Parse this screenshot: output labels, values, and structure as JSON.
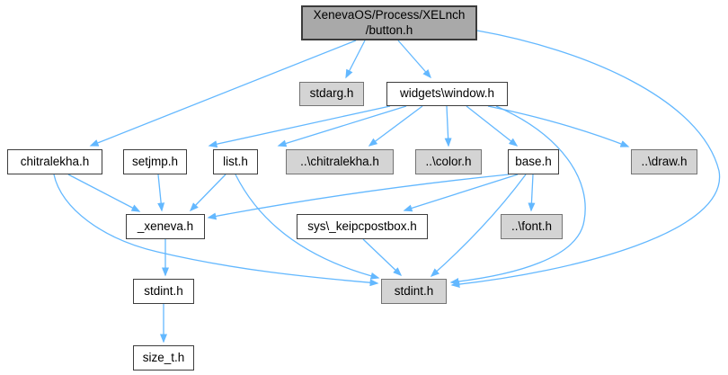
{
  "diagram": {
    "type": "include-dependency-graph",
    "title_node": "XenevaOS/Process/XELnch\n/button.h",
    "edge_color": "#63b8ff",
    "node_fill_white": "#ffffff",
    "node_fill_gray": "#d4d4d4",
    "node_fill_current": "#a9a9a9",
    "nodes": [
      {
        "id": "button",
        "label": "XenevaOS/Process/XELnch\n/button.h",
        "style": "current"
      },
      {
        "id": "stdarg",
        "label": "stdarg.h",
        "style": "gray"
      },
      {
        "id": "window",
        "label": "widgets\\window.h",
        "style": "white"
      },
      {
        "id": "chitralekha",
        "label": "chitralekha.h",
        "style": "white"
      },
      {
        "id": "setjmp",
        "label": "setjmp.h",
        "style": "white"
      },
      {
        "id": "list",
        "label": "list.h",
        "style": "white"
      },
      {
        "id": "up_chitralekha",
        "label": "..\\chitralekha.h",
        "style": "gray"
      },
      {
        "id": "up_color",
        "label": "..\\color.h",
        "style": "gray"
      },
      {
        "id": "base",
        "label": "base.h",
        "style": "white"
      },
      {
        "id": "up_draw",
        "label": "..\\draw.h",
        "style": "gray"
      },
      {
        "id": "xeneva",
        "label": "_xeneva.h",
        "style": "white"
      },
      {
        "id": "keipcpostbox",
        "label": "sys\\_keipcpostbox.h",
        "style": "white"
      },
      {
        "id": "up_font",
        "label": "..\\font.h",
        "style": "gray"
      },
      {
        "id": "stdint_left",
        "label": "stdint.h",
        "style": "white"
      },
      {
        "id": "stdint_right",
        "label": "stdint.h",
        "style": "gray"
      },
      {
        "id": "size_t",
        "label": "size_t.h",
        "style": "white"
      }
    ],
    "edges": [
      {
        "from": "button",
        "to": "stdarg"
      },
      {
        "from": "button",
        "to": "window"
      },
      {
        "from": "button",
        "to": "chitralekha"
      },
      {
        "from": "button",
        "to": "stdint_right"
      },
      {
        "from": "window",
        "to": "setjmp"
      },
      {
        "from": "window",
        "to": "list"
      },
      {
        "from": "window",
        "to": "up_chitralekha"
      },
      {
        "from": "window",
        "to": "up_color"
      },
      {
        "from": "window",
        "to": "base"
      },
      {
        "from": "window",
        "to": "up_draw"
      },
      {
        "from": "window",
        "to": "stdint_right"
      },
      {
        "from": "chitralekha",
        "to": "xeneva"
      },
      {
        "from": "chitralekha",
        "to": "stdint_right"
      },
      {
        "from": "setjmp",
        "to": "xeneva"
      },
      {
        "from": "list",
        "to": "xeneva"
      },
      {
        "from": "list",
        "to": "stdint_right"
      },
      {
        "from": "base",
        "to": "xeneva"
      },
      {
        "from": "base",
        "to": "keipcpostbox"
      },
      {
        "from": "base",
        "to": "up_font"
      },
      {
        "from": "base",
        "to": "stdint_right"
      },
      {
        "from": "keipcpostbox",
        "to": "stdint_right"
      },
      {
        "from": "xeneva",
        "to": "stdint_left"
      },
      {
        "from": "stdint_left",
        "to": "size_t"
      }
    ]
  }
}
